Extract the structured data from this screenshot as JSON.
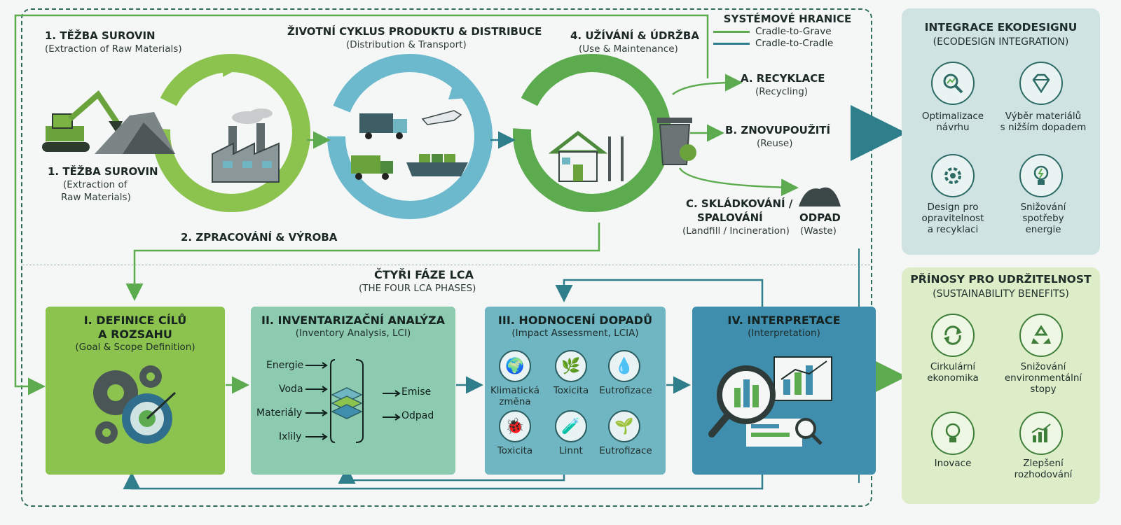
{
  "top": {
    "stage1_title": "1. TĚŽBA SUROVIN",
    "stage1_sub": "(Extraction of Raw Materials)",
    "stage1b_title": "1. TĚŽBA SUROVIN",
    "stage1b_sub1": "(Extraction of",
    "stage1b_sub2": "Raw Materials)",
    "stage2_title": "2. ZPRACOVÁNÍ & VÝROBA",
    "stage3_title": "ŽIVOTNÍ CYKLUS PRODUKTU & DISTRIBUCE",
    "stage3_sub": "(Distribution & Transport)",
    "stage4_title": "4. UŽÍVÁNÍ & ÚDRŽBA",
    "stage4_sub": "(Use & Maintenance)"
  },
  "legend": {
    "title": "SYSTÉMOVÉ HRANICE",
    "items": [
      {
        "label": "Cradle-to-Grave",
        "color": "#5cab4f"
      },
      {
        "label": "Cradle-to-Cradle",
        "color": "#2f7e8c"
      }
    ]
  },
  "end_of_life": {
    "a_title": "A. RECYKLACE",
    "a_sub": "(Recycling)",
    "b_title": "B. ZNOVUPOUŽITÍ",
    "b_sub": "(Reuse)",
    "c_title1": "C. SKLÁDKOVÁNÍ /",
    "c_title2": "SPALOVÁNÍ",
    "c_sub": "(Landfill / Incineration)",
    "d_title": "ODPAD",
    "d_sub": "(Waste)"
  },
  "lca": {
    "title": "ČTYŘI FÁZE LCA",
    "subtitle": "(THE FOUR LCA PHASES)",
    "p1_title1": "I. DEFINICE CÍLŮ",
    "p1_title2": "A ROZSAHU",
    "p1_sub": "(Goal & Scope Definition)",
    "p2_title": "II. INVENTARIZAČNÍ ANALÝZA",
    "p2_sub": "(Inventory Analysis, LCI)",
    "p2_inputs": [
      "Energie",
      "Voda",
      "Materiály",
      "Ixlily"
    ],
    "p2_outputs": [
      "Emise",
      "Odpad"
    ],
    "p3_title": "III. HODNOCENÍ DOPADŮ",
    "p3_sub": "(Impact Assessment, LCIA)",
    "p3_items": [
      "Klimatická změna",
      "Toxicita",
      "Eutrofizace",
      "Toxicita",
      "Linnt",
      "Eutrofizace"
    ],
    "p4_title": "IV. INTERPRETACE",
    "p4_sub": "(Interpretation)"
  },
  "ecodesign": {
    "title": "INTEGRACE EKODESIGNU",
    "subtitle": "(ECODESIGN INTEGRATION)",
    "items": [
      [
        "Optimalizace",
        "návrhu"
      ],
      [
        "Výběr materiálů",
        "s nižším dopadem"
      ],
      [
        "Design pro",
        "opravitelnost",
        "a recyklaci"
      ],
      [
        "Snižování",
        "spotřeby",
        "energie"
      ]
    ]
  },
  "benefits": {
    "title": "PŘÍNOSY PRO UDRŽITELNOST",
    "subtitle": "(SUSTAINABILITY BENEFITS)",
    "items": [
      [
        "Cirkulární",
        "ekonomika"
      ],
      [
        "Snižování",
        "environmentální",
        "stopy"
      ],
      [
        "Inovace"
      ],
      [
        "Zlepšení",
        "rozhodování"
      ]
    ]
  }
}
